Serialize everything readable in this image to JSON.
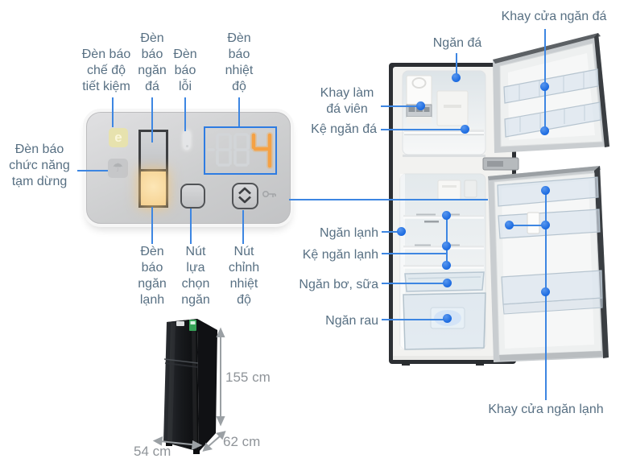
{
  "panel": {
    "callouts": {
      "eco": "Đèn báo\nchế độ\ntiết kiệm",
      "freezer_light": "Đèn\nbáo\nngăn\nđá",
      "error_light": "Đèn\nbáo\nlỗi",
      "temp_light": "Đèn\nbáo\nnhiệt\nđộ",
      "pause": "Đèn báo\nchức năng\ntạm dừng",
      "fridge_light": "Đèn\nbáo\nngăn\nlạnh",
      "select_btn": "Nút\nlựa\nchọn\nngăn",
      "temp_btn": "Nút\nchỉnh\nnhiệt\nđộ"
    },
    "eco_letter": "e",
    "umbrella_glyph": "☂",
    "display_value": "4"
  },
  "fridge": {
    "callouts": {
      "freezer_door_tray": "Khay cửa ngăn đá",
      "freezer": "Ngăn đá",
      "ice_tray": "Khay làm\nđá viên",
      "freezer_shelf": "Kệ ngăn đá",
      "fresh": "Ngăn lạnh",
      "fresh_shelf": "Kệ ngăn lạnh",
      "butter_milk": "Ngăn bơ, sữa",
      "veggie": "Ngăn rau",
      "fresh_door_tray": "Khay cửa ngăn lạnh"
    }
  },
  "dimensions": {
    "height": "155 cm",
    "width": "54 cm",
    "depth": "62 cm"
  },
  "colors": {
    "callout_line": "#3d86e2",
    "callout_dot": "#1b6ae0",
    "label_text": "#587083",
    "display_border": "#2e7ce2",
    "segment_lit": "#f5a144",
    "indicator_amber": "#f6d190",
    "dimension_text": "#8f9499"
  }
}
